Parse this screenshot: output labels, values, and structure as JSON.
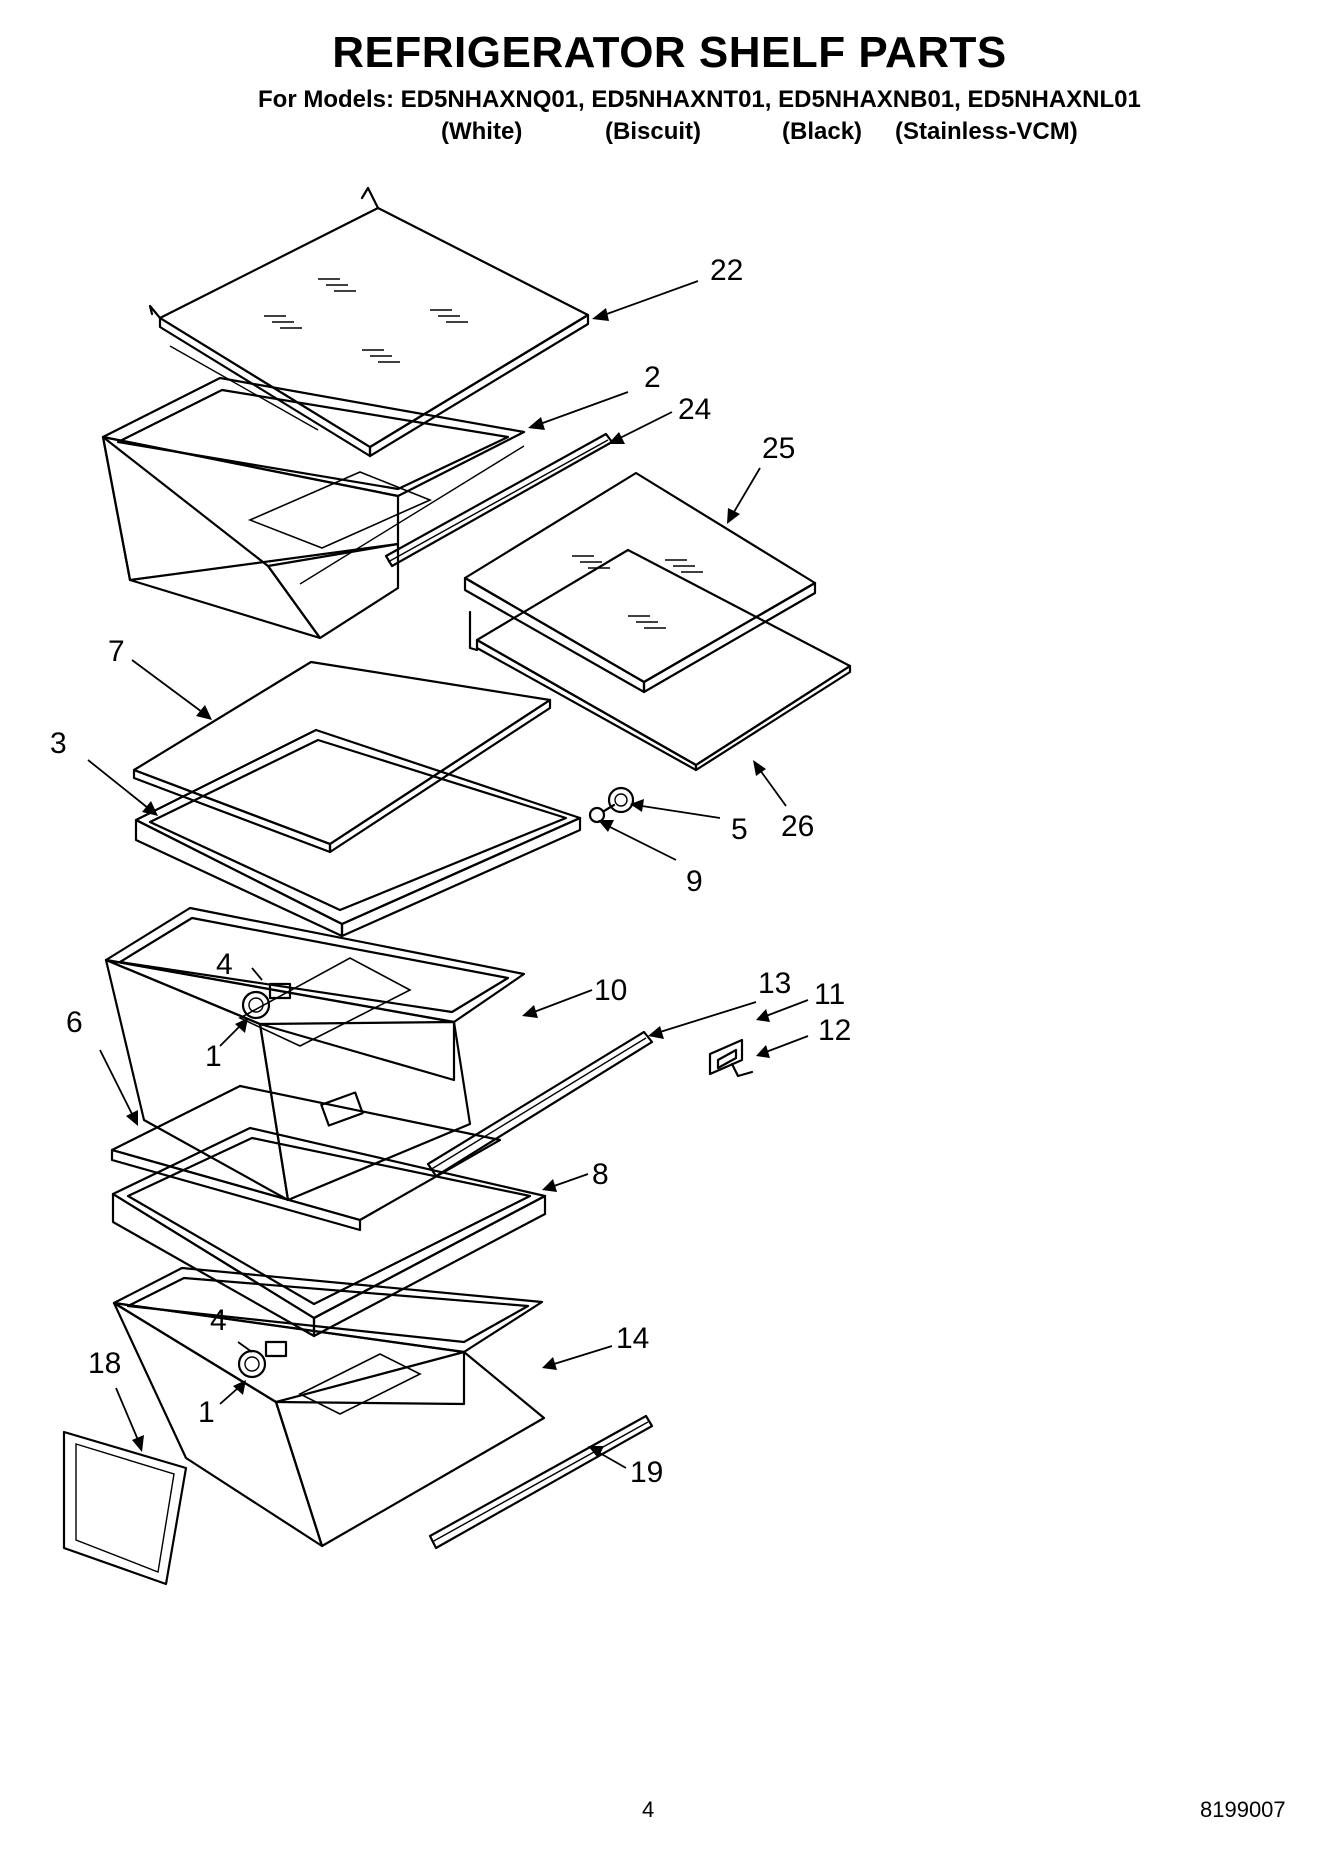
{
  "header": {
    "title": "REFRIGERATOR SHELF PARTS",
    "models_line": "For Models: ED5NHAXNQ01, ED5NHAXNT01, ED5NHAXNB01, ED5NHAXNL01",
    "colors": [
      "(White)",
      "(Biscuit)",
      "(Black)",
      "(Stainless-VCM)"
    ]
  },
  "callouts": {
    "c22": "22",
    "c2": "2",
    "c24": "24",
    "c25": "25",
    "c7": "7",
    "c3": "3",
    "c5": "5",
    "c26": "26",
    "c9": "9",
    "c4a": "4",
    "c10": "10",
    "c13": "13",
    "c11": "11",
    "c12": "12",
    "c6": "6",
    "c1a": "1",
    "c8": "8",
    "c4b": "4",
    "c14": "14",
    "c18": "18",
    "c1b": "1",
    "c19": "19"
  },
  "footer": {
    "page_number": "4",
    "document_number": "8199007"
  }
}
